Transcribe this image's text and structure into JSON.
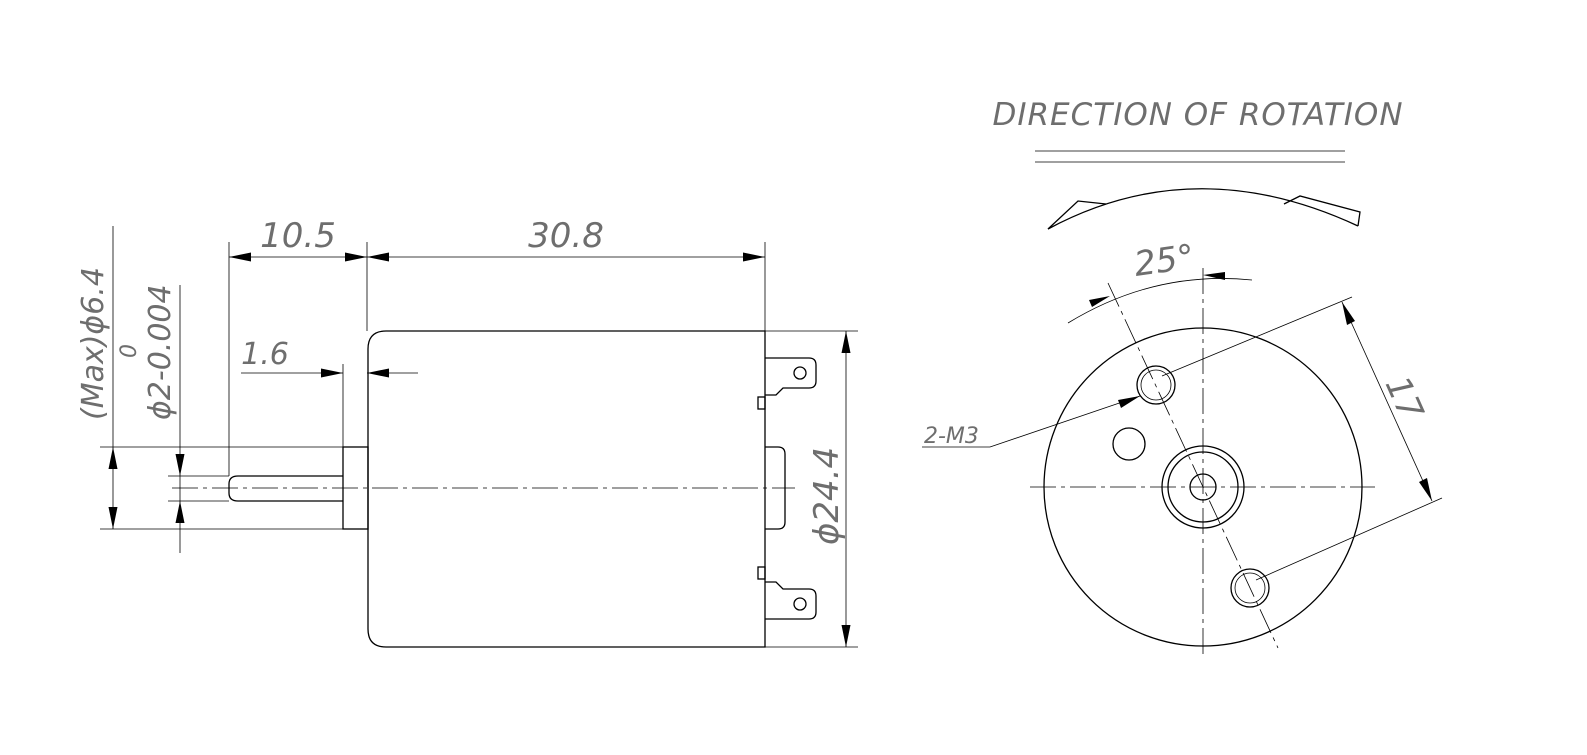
{
  "drawing": {
    "title": "DIRECTION OF ROTATION",
    "dimensions": {
      "length_shaft": "10.5",
      "length_body": "30.8",
      "boss_length": "1.6",
      "boss_diameter": "(Max)ϕ6.4",
      "shaft_diameter": "ϕ2-0.004",
      "shaft_tolerance_upper": "0",
      "body_diameter": "ϕ24.4",
      "hole_angle": "25°",
      "hole_spacing": "17",
      "mount_holes": "2-M3"
    }
  }
}
